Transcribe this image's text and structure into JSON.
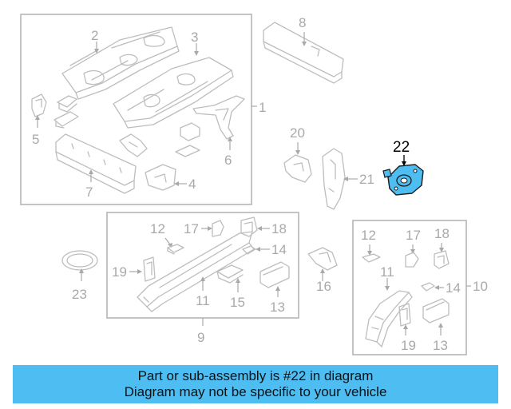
{
  "diagram": {
    "highlight_part": "22",
    "highlight_color": "#4ebdf2",
    "line_color": "#bdbdbd",
    "callouts": [
      "1",
      "2",
      "3",
      "4",
      "5",
      "6",
      "7",
      "8",
      "9",
      "10",
      "11",
      "12",
      "13",
      "14",
      "15",
      "16",
      "17",
      "18",
      "19",
      "20",
      "21",
      "22",
      "23"
    ],
    "group_labels": {
      "left_group": "9",
      "right_group": "10",
      "top_group": "1"
    }
  },
  "banner": {
    "line1": "Part or sub-assembly is #22 in diagram",
    "line2": "Diagram may not be specific to your vehicle",
    "color": "#4ebdf2"
  }
}
